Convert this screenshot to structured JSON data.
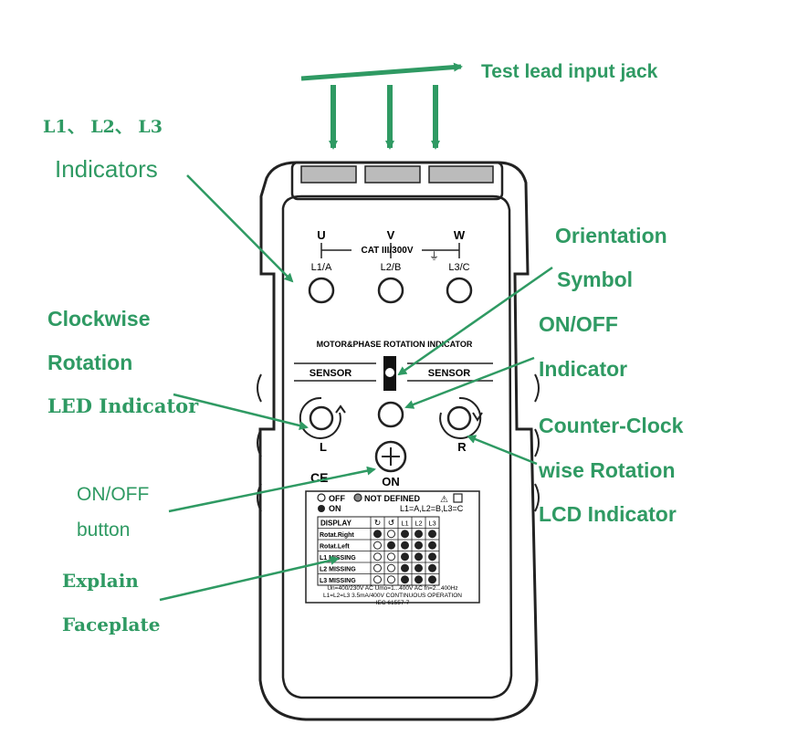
{
  "colors": {
    "accent": "#2f9a63",
    "device": "#222222",
    "background": "#ffffff"
  },
  "callouts": {
    "test_lead": "Test lead input jack",
    "l_indicators_top": "L1、 L2、 L3",
    "indicators": "Indicators",
    "orientation_1": "Orientation",
    "orientation_2": "Symbol",
    "clockwise_1": "Clockwise",
    "clockwise_2": "Rotation",
    "clockwise_3": "LED  Indicator",
    "onoff_ind_1": "ON/OFF",
    "onoff_ind_2": "Indicator",
    "ccw_1": "Counter-Clock",
    "ccw_2": "wise Rotation",
    "ccw_3": "LCD Indicator",
    "onoff_btn_1": "ON/OFF",
    "onoff_btn_2": "button",
    "explain_1": "Explain",
    "explain_2": "Faceplate"
  },
  "device": {
    "terminals": [
      {
        "phase": "U",
        "label": "L1/A"
      },
      {
        "phase": "V",
        "label": "L2/B"
      },
      {
        "phase": "W",
        "label": "L3/C"
      }
    ],
    "cat_rating": "CAT III/300V",
    "title_bar": "MOTOR&PHASE ROTATION INDICATOR",
    "sensor_left": "SENSOR",
    "sensor_right": "SENSOR",
    "rot_left_letter": "L",
    "rot_right_letter": "R",
    "on_label": "ON",
    "ce_mark": "CE",
    "legend": {
      "off": "OFF",
      "not_defined": "NOT DEFINED",
      "on": "ON",
      "mapping": "L1=A,L2=B,L3=C",
      "table_header": "DISPLAY",
      "columns": [
        "L1",
        "L2",
        "L3"
      ],
      "rows": [
        "Rotat.Right",
        "Rotat.Left",
        "L1 MISSING",
        "L2 MISSING",
        "L3 MISSING"
      ],
      "spec_1": "Un=400/230V AC  Umo=1...400V AC  fn=2...400Hz",
      "spec_2": "L1=L2=L3 3.5mA/400V CONTINUOUS OPERATION",
      "spec_3": "IEC 61557-7"
    }
  }
}
